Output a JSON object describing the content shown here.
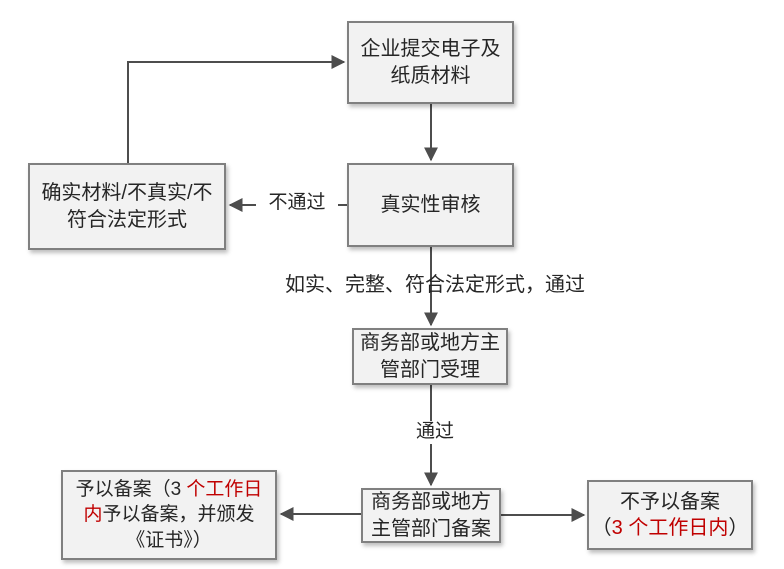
{
  "colors": {
    "red": "#c00000",
    "box_fill": "#f2f2f2",
    "box_border": "#808080",
    "line": "#4d4d4d",
    "text": "#262626"
  },
  "nodes": {
    "submit": {
      "text": "企业提交电子及\n纸质材料"
    },
    "review": {
      "text": "真实性审核"
    },
    "invalid": {
      "text": "确实材料/不真实/不\n符合法定形式"
    },
    "accept": {
      "text": "商务部或地方主\n管部门受理"
    },
    "filing": {
      "text": "商务部或地方\n主管部门备案"
    },
    "filed": {
      "rich_lines": [
        [
          {
            "t": "予以备案（3 ",
            "red": false
          },
          {
            "t": "个工作日",
            "red": true
          }
        ],
        [
          {
            "t": "内",
            "red": true
          },
          {
            "t": "予以备案，并颁发",
            "red": false
          }
        ],
        [
          {
            "t": "《证书》）",
            "red": false
          }
        ]
      ]
    },
    "not_filed": {
      "rich_lines": [
        [
          {
            "t": "不予以备案",
            "red": false
          }
        ],
        [
          {
            "t": "（",
            "red": false
          },
          {
            "t": "3 个工作日内",
            "red": true
          },
          {
            "t": "）",
            "red": false
          }
        ]
      ]
    }
  },
  "labels": {
    "fail": "不通过",
    "pass_condition": "如实、完整、符合法定形式，通过",
    "pass": "通过"
  }
}
